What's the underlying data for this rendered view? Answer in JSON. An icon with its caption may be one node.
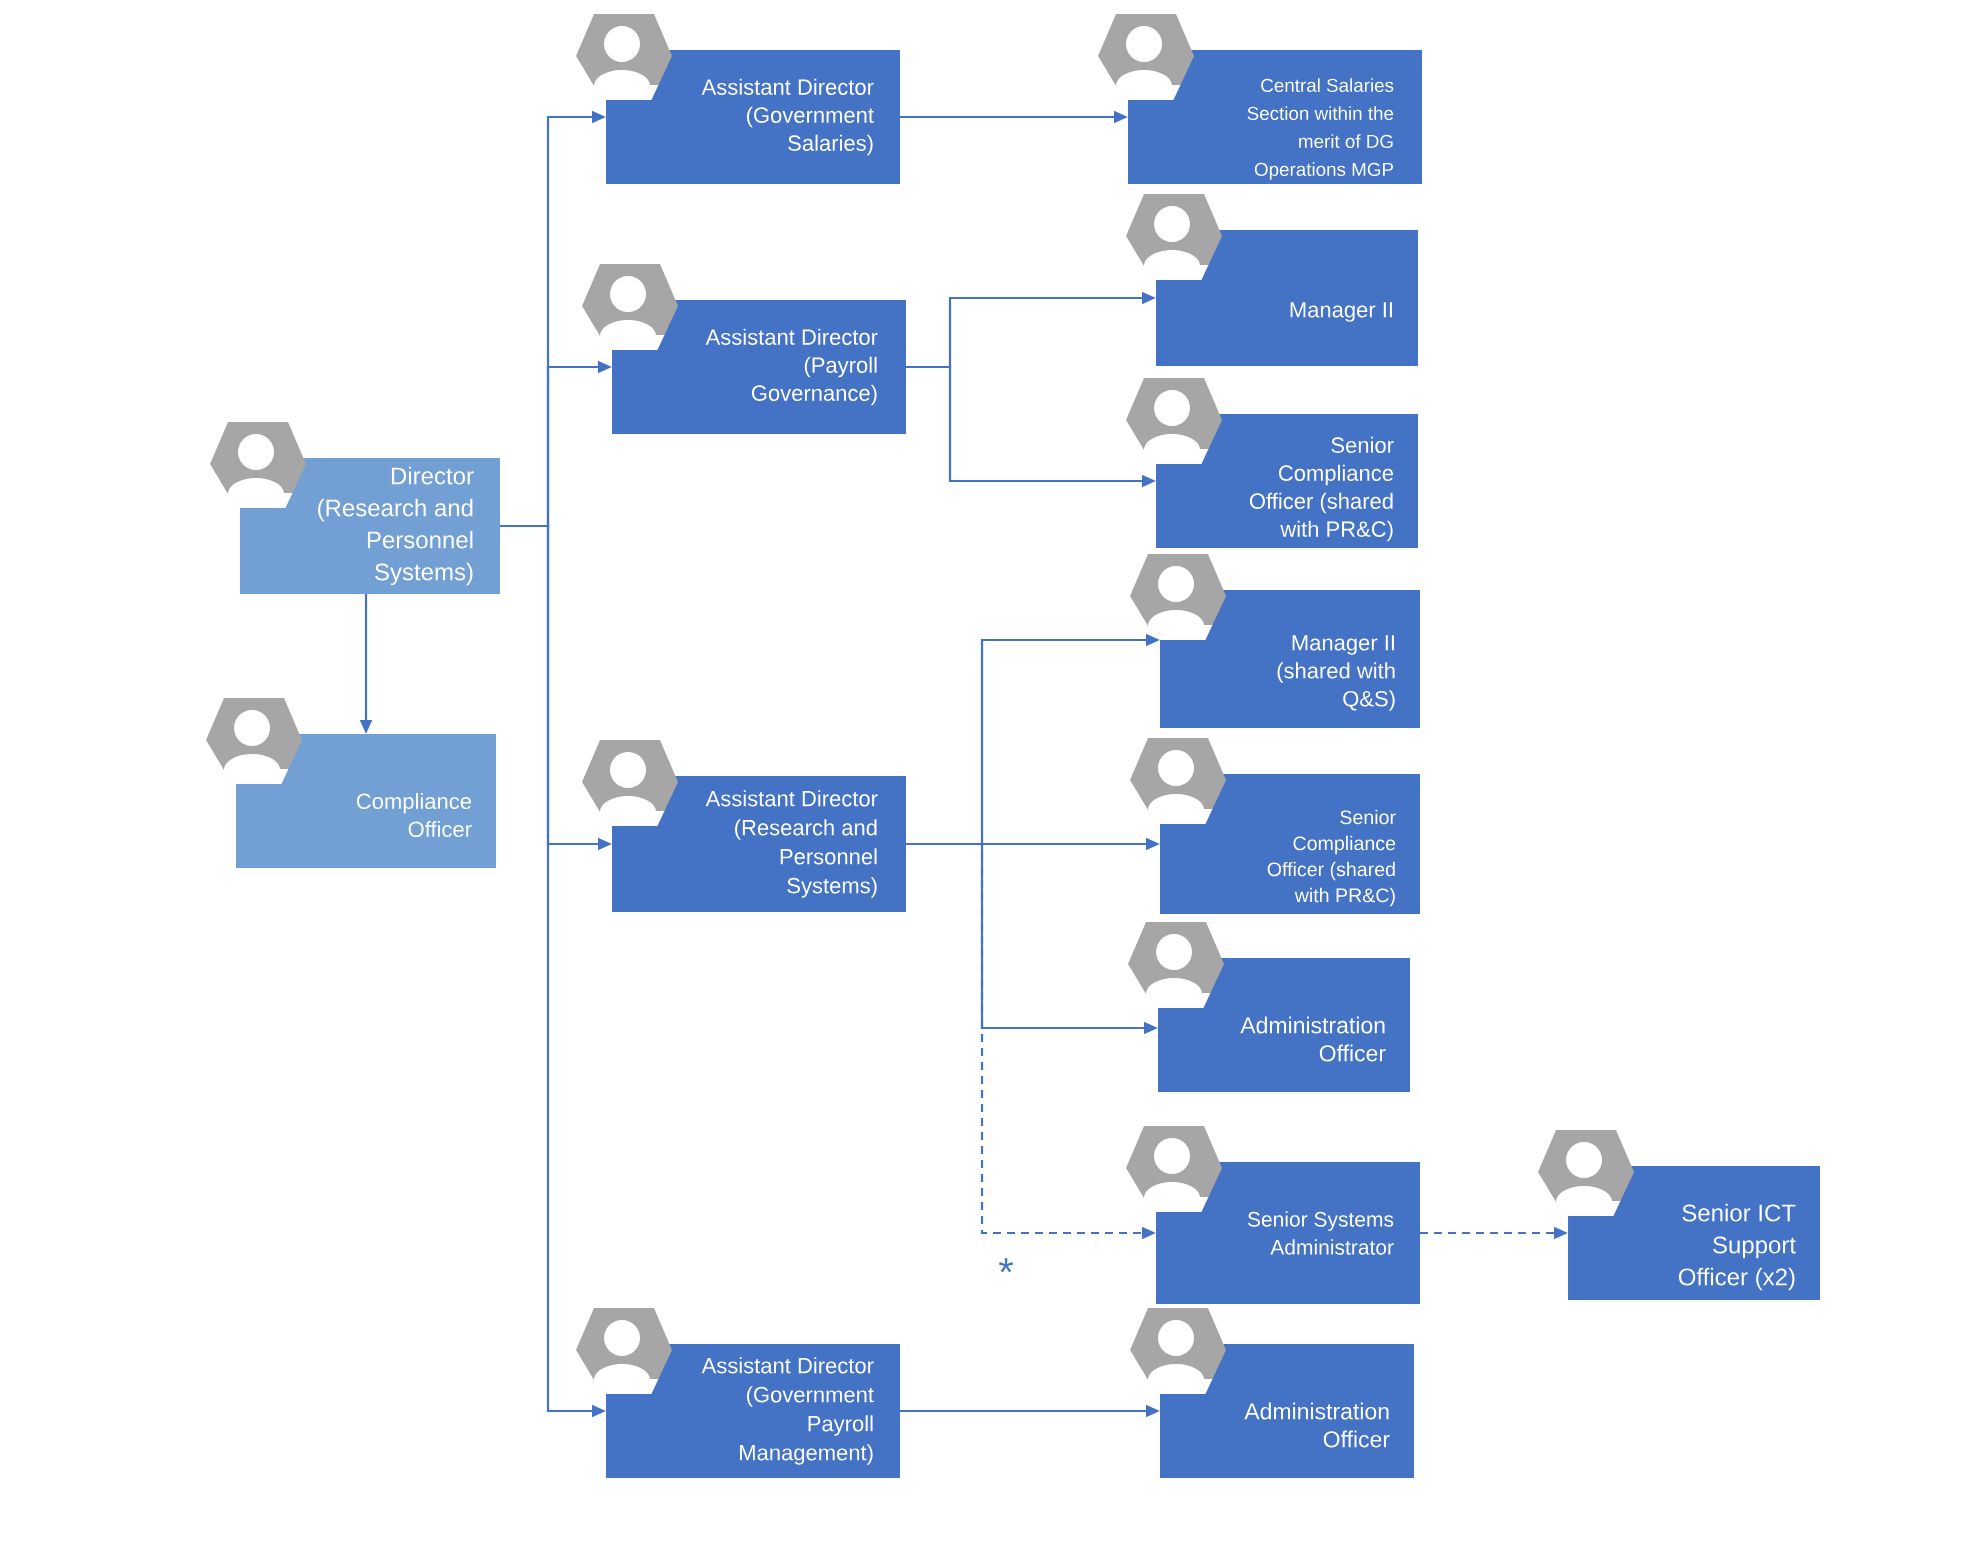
{
  "diagram": {
    "nodes": [
      {
        "text": [
          "Director (Research and Personnel Systems)"
        ]
      },
      {
        "text": [
          "Compliance Officer"
        ]
      },
      {
        "text": [
          "Assistant Director (Government Salaries)"
        ]
      },
      {
        "text": [
          "Central Salaries Section within the merit of DG Operations MGP"
        ]
      },
      {
        "text": [
          "Assistant Director (Payroll Governance)"
        ]
      },
      {
        "text": [
          "Manager II"
        ]
      },
      {
        "text": [
          "Senior Compliance Officer (shared with PR&C)"
        ]
      },
      {
        "text": [
          "Manager II (shared with Q&S)"
        ]
      },
      {
        "text": [
          "Assistant Director (Research and Personnel Systems)"
        ]
      },
      {
        "text": [
          "Senior Compliance Officer (shared with PR&C)"
        ]
      },
      {
        "text": [
          "Administration Officer"
        ]
      },
      {
        "text": [
          "Senior Systems Administrator"
        ]
      },
      {
        "text": [
          "Senior ICT Support Officer (x2)"
        ]
      },
      {
        "text": [
          "Assistant Director (Government Payroll Management)"
        ]
      },
      {
        "text": [
          "Administration Officer"
        ]
      }
    ],
    "edges": [
      {
        "from": 0,
        "to": 1,
        "arrow": "to"
      },
      {
        "from": 0,
        "to": 2,
        "arrow": "to"
      },
      {
        "from": 0,
        "to": 4,
        "arrow": "to"
      },
      {
        "from": 0,
        "to": 8,
        "arrow": "to"
      },
      {
        "from": 0,
        "to": 13,
        "arrow": "to"
      },
      {
        "from": 2,
        "to": 3,
        "arrow": "to"
      },
      {
        "from": 4,
        "to": 5,
        "arrow": "to"
      },
      {
        "from": 4,
        "to": 6,
        "arrow": "to"
      },
      {
        "from": 8,
        "to": 7,
        "arrow": "to"
      },
      {
        "from": 8,
        "to": 9,
        "arrow": "to"
      },
      {
        "from": 8,
        "to": 10,
        "arrow": "to"
      },
      {
        "from": 8,
        "to": 11,
        "arrow": "to",
        "style": "dashed"
      },
      {
        "from": 11,
        "to": 12,
        "arrow": "to",
        "style": "dashed"
      },
      {
        "from": 13,
        "to": 14,
        "arrow": "to"
      }
    ],
    "labels": [
      "*"
    ]
  }
}
